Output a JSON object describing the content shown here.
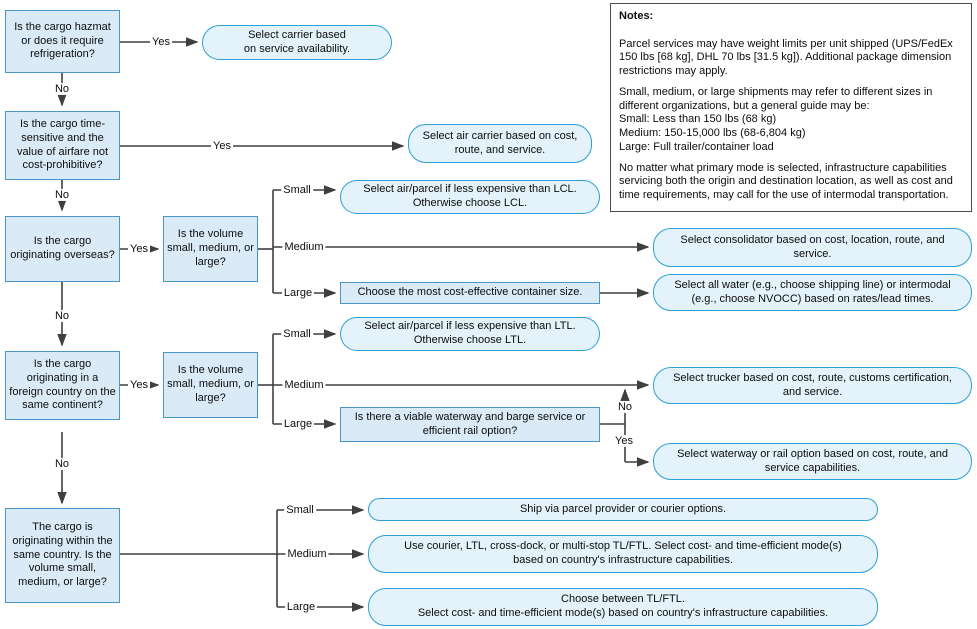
{
  "labels": {
    "yes": "Yes",
    "no": "No",
    "small": "Small",
    "medium": "Medium",
    "large": "Large"
  },
  "nodes": {
    "q_hazmat": "Is the cargo hazmat or does it require refrigeration?",
    "r_carrier": "Select carrier based\non service availability.",
    "q_time": "Is the cargo time-sensitive and the value of airfare not cost-prohibitive?",
    "r_air": "Select air carrier based on cost,\nroute, and service.",
    "q_overseas": "Is the cargo originating overseas?",
    "q_volume1": "Is the volume small, medium, or large?",
    "r_lcl": "Select air/parcel if less expensive than LCL.\nOtherwise choose LCL.",
    "r_consolidator": "Select consolidator based on cost, location, route, and\nservice.",
    "p_container": "Choose the most cost-effective container size.",
    "r_water_intermodal": "Select all water (e.g., choose shipping line) or intermodal\n(e.g., choose NVOCC) based on rates/lead times.",
    "q_foreign": "Is the cargo originating in a foreign country on the same continent?",
    "q_volume2": "Is the volume small, medium, or large?",
    "r_ltl": "Select air/parcel if less expensive than LTL.\nOtherwise choose LTL.",
    "r_trucker": "Select trucker based on cost, route, customs certification,\nand service.",
    "q_waterway": "Is there a viable waterway and barge service or\nefficient rail option?",
    "r_waterway_rail": "Select waterway or rail option based on cost, route, and\nservice capabilities.",
    "q_domestic": "The cargo is originating within the same country. Is the volume small, medium, or large?",
    "r_parcel_courier": "Ship via parcel provider or courier options.",
    "r_multi": "Use courier, LTL, cross-dock, or multi-stop TL/FTL. Select cost- and time-efficient mode(s)\nbased on country's infrastructure capabilities.",
    "r_tlftl": "Choose between TL/FTL.\nSelect cost- and time-efficient mode(s) based on country's infrastructure capabilities."
  },
  "notes": {
    "title": "Notes:",
    "p1": "Parcel services may have weight limits per unit shipped (UPS/FedEx 150 lbs [68 kg], DHL 70 lbs [31.5 kg]). Additional package dimension restrictions may apply.",
    "p2": "Small, medium, or large shipments may refer to different sizes in different organizations, but a general guide may be:\nSmall: Less than 150 lbs (68 kg)\nMedium: 150-15,000 lbs (68-6,804 kg)\nLarge: Full trailer/container load",
    "p3": "No matter what primary mode is selected, infrastructure capabilities servicing both the origin and destination location, as well as cost and time requirements, may call for the use of intermodal transportation."
  },
  "colors": {
    "node_fill": "#daeaf7",
    "pill_fill": "#e3f2fb",
    "node_border": "#4a97c6",
    "pill_border": "#2ba0d9",
    "arrow": "#3f3f3f",
    "notes_border": "#4d4d4d"
  }
}
